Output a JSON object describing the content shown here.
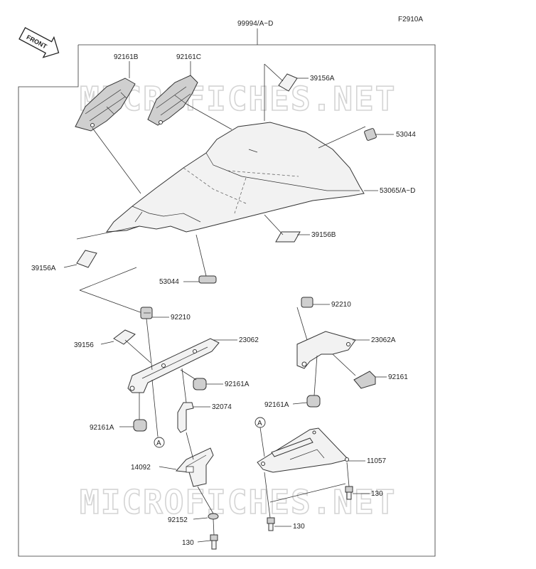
{
  "figure_code": "F2910A",
  "front_label": "FRONT",
  "watermark": "MICROFICHES.NET",
  "ref_mark": "A",
  "callouts": {
    "c99994": "99994/A~D",
    "c92161b": "92161B",
    "c92161c": "92161C",
    "c39156a_top": "39156A",
    "c53044_right": "53044",
    "c53065": "53065/A~D",
    "c39156b": "39156B",
    "c39156a_left": "39156A",
    "c53044_mid": "53044",
    "c92210_left": "92210",
    "c39156": "39156",
    "c23062": "23062",
    "c92161a_1": "92161A",
    "c32074": "32074",
    "c92161a_2": "92161A",
    "c14092": "14092",
    "c92152": "92152",
    "c130_bottom": "130",
    "c92210_right": "92210",
    "c23062a": "23062A",
    "c92161": "92161",
    "c92161a_3": "92161A",
    "c11057": "11057",
    "c130_right": "130",
    "c130_mid": "130"
  }
}
